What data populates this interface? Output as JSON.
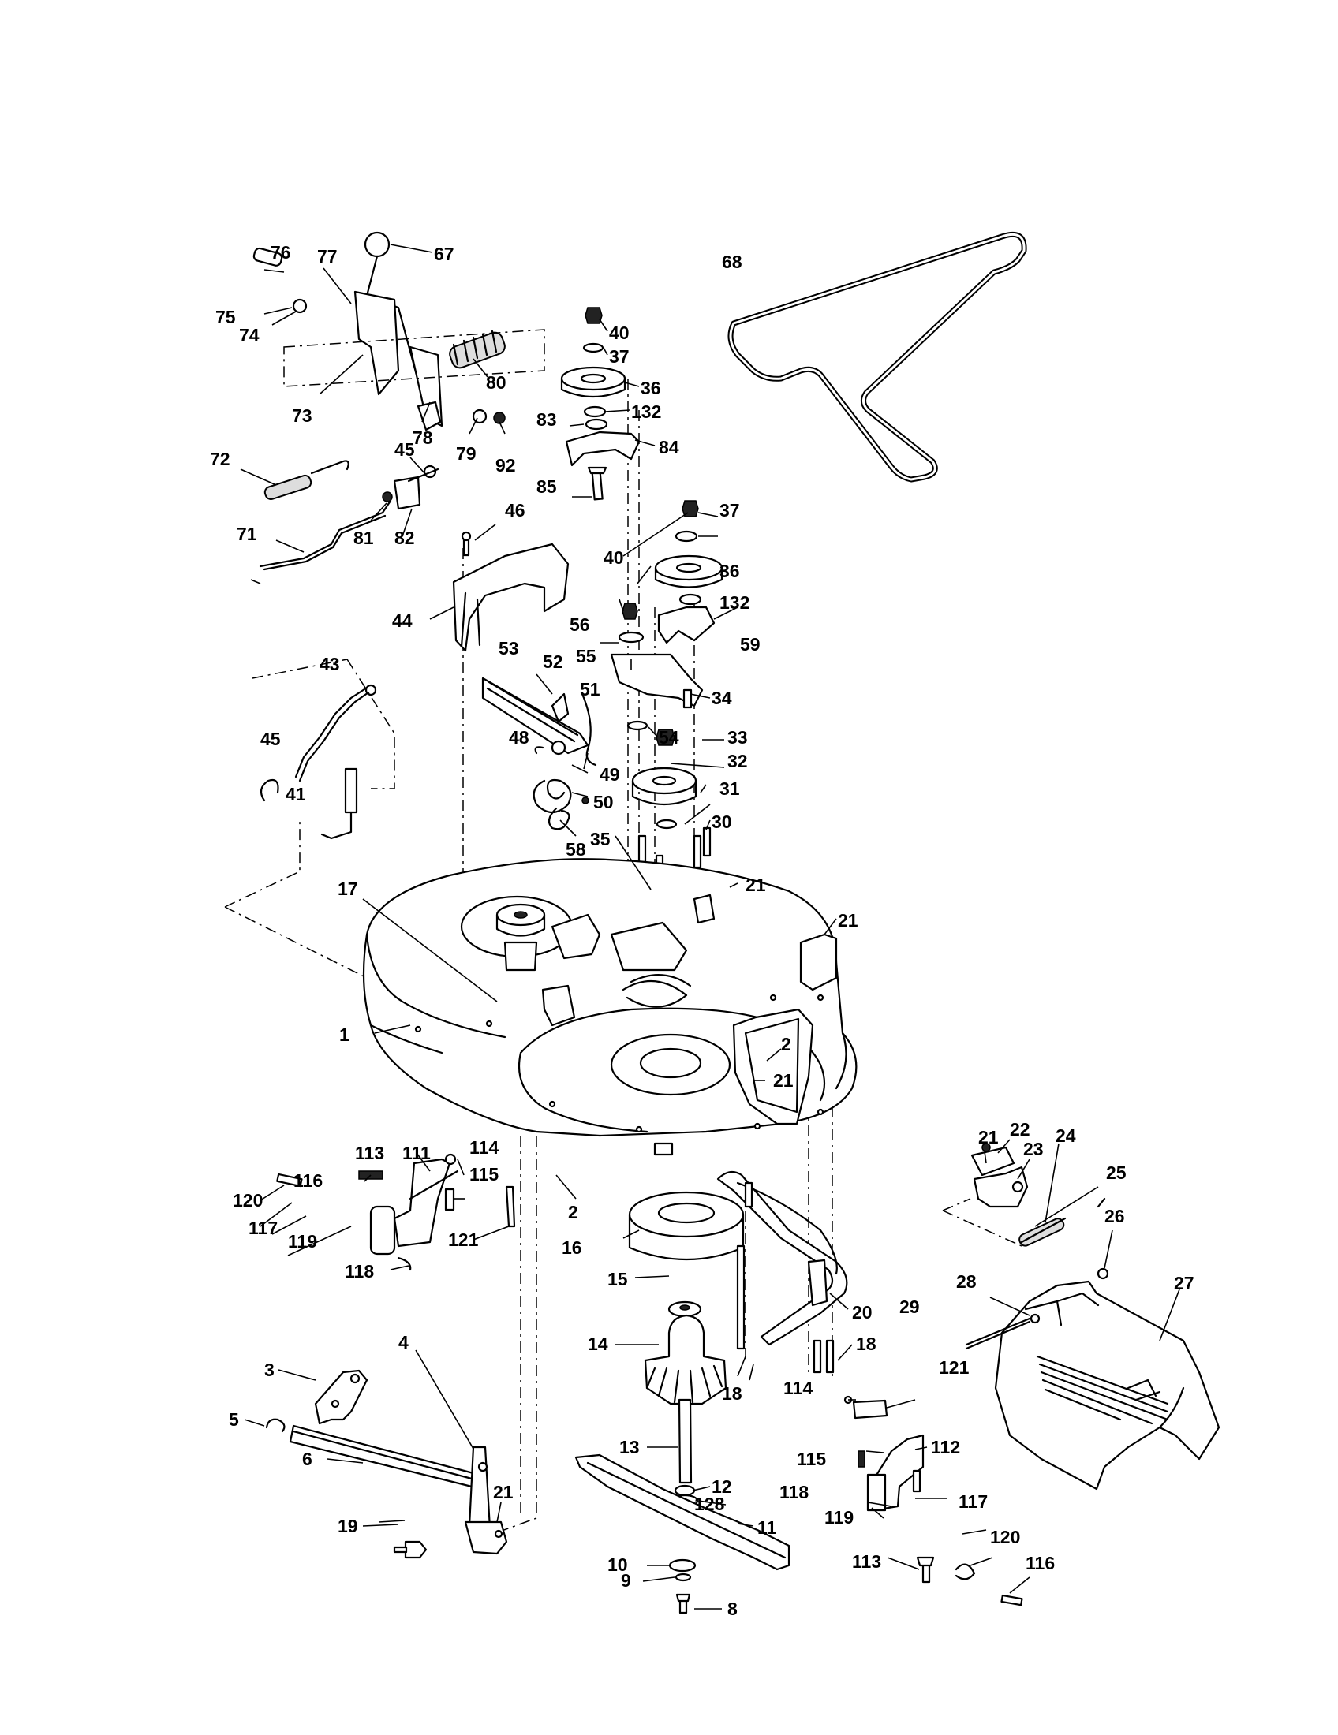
{
  "callouts": {
    "c1": "1",
    "c2a": "2",
    "c2b": "2",
    "c3": "3",
    "c4": "4",
    "c5": "5",
    "c6": "6",
    "c8": "8",
    "c9": "9",
    "c10": "10",
    "c11": "11",
    "c12": "12",
    "c13": "13",
    "c14": "14",
    "c15": "15",
    "c16": "16",
    "c17": "17",
    "c18a": "18",
    "c18b": "18",
    "c19": "19",
    "c20": "20",
    "c21a": "21",
    "c21b": "21",
    "c21c": "21",
    "c21d": "21",
    "c21e": "21",
    "c22": "22",
    "c23": "23",
    "c24": "24",
    "c25": "25",
    "c26": "26",
    "c27": "27",
    "c28": "28",
    "c29": "29",
    "c30": "30",
    "c31": "31",
    "c32": "32",
    "c33": "33",
    "c34": "34",
    "c35": "35",
    "c36a": "36",
    "c36b": "36",
    "c37a": "37",
    "c37b": "37",
    "c40a": "40",
    "c40b": "40",
    "c41": "41",
    "c43": "43",
    "c44": "44",
    "c45a": "45",
    "c45b": "45",
    "c46": "46",
    "c48": "48",
    "c49": "49",
    "c50": "50",
    "c51": "51",
    "c52": "52",
    "c53": "53",
    "c54": "54",
    "c55": "55",
    "c56": "56",
    "c58": "58",
    "c59": "59",
    "c67": "67",
    "c68": "68",
    "c71": "71",
    "c72": "72",
    "c73": "73",
    "c74": "74",
    "c75": "75",
    "c76": "76",
    "c77": "77",
    "c78": "78",
    "c79": "79",
    "c80": "80",
    "c81": "81",
    "c82": "82",
    "c83": "83",
    "c84": "84",
    "c85": "85",
    "c92": "92",
    "c111": "111",
    "c112": "112",
    "c113a": "113",
    "c113b": "113",
    "c114a": "114",
    "c114b": "114",
    "c115a": "115",
    "c115b": "115",
    "c116a": "116",
    "c116b": "116",
    "c117a": "117",
    "c117b": "117",
    "c118a": "118",
    "c118b": "118",
    "c119a": "119",
    "c119b": "119",
    "c120a": "120",
    "c120b": "120",
    "c121a": "121",
    "c121b": "121",
    "c128": "128",
    "c132a": "132",
    "c132b": "132"
  }
}
